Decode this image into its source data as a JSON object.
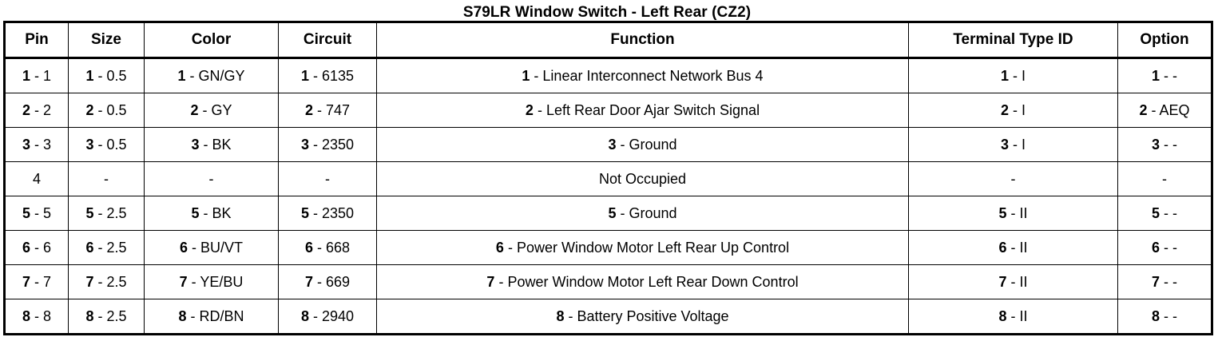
{
  "title": "S79LR Window Switch - Left Rear (CZ2)",
  "table": {
    "separator": " - ",
    "headers": [
      {
        "key": "pin",
        "label": "Pin"
      },
      {
        "key": "size",
        "label": "Size"
      },
      {
        "key": "color",
        "label": "Color"
      },
      {
        "key": "circuit",
        "label": "Circuit"
      },
      {
        "key": "function",
        "label": "Function"
      },
      {
        "key": "terminal",
        "label": "Terminal Type ID"
      },
      {
        "key": "option",
        "label": "Option"
      }
    ],
    "rows": [
      {
        "prefix": "1",
        "occupied": true,
        "pin": "1",
        "size": "0.5",
        "color": "GN/GY",
        "circuit": "6135",
        "function": "Linear Interconnect Network Bus 4",
        "terminal": "I",
        "option": "-"
      },
      {
        "prefix": "2",
        "occupied": true,
        "pin": "2",
        "size": "0.5",
        "color": "GY",
        "circuit": "747",
        "function": "Left Rear Door Ajar Switch Signal",
        "terminal": "I",
        "option": "AEQ"
      },
      {
        "prefix": "3",
        "occupied": true,
        "pin": "3",
        "size": "0.5",
        "color": "BK",
        "circuit": "2350",
        "function": "Ground",
        "terminal": "I",
        "option": "-"
      },
      {
        "prefix": "4",
        "occupied": false,
        "pin": "4",
        "size": "-",
        "color": "-",
        "circuit": "-",
        "function": "Not Occupied",
        "terminal": "-",
        "option": "-"
      },
      {
        "prefix": "5",
        "occupied": true,
        "pin": "5",
        "size": "2.5",
        "color": "BK",
        "circuit": "2350",
        "function": "Ground",
        "terminal": "II",
        "option": "-"
      },
      {
        "prefix": "6",
        "occupied": true,
        "pin": "6",
        "size": "2.5",
        "color": "BU/VT",
        "circuit": "668",
        "function": "Power Window Motor Left Rear Up Control",
        "terminal": "II",
        "option": "-"
      },
      {
        "prefix": "7",
        "occupied": true,
        "pin": "7",
        "size": "2.5",
        "color": "YE/BU",
        "circuit": "669",
        "function": "Power Window Motor Left Rear Down Control",
        "terminal": "II",
        "option": "-"
      },
      {
        "prefix": "8",
        "occupied": true,
        "pin": "8",
        "size": "2.5",
        "color": "RD/BN",
        "circuit": "2940",
        "function": "Battery Positive Voltage",
        "terminal": "II",
        "option": "-"
      }
    ]
  },
  "colors": {
    "border": "#000000",
    "text": "#000000",
    "background": "#ffffff"
  }
}
